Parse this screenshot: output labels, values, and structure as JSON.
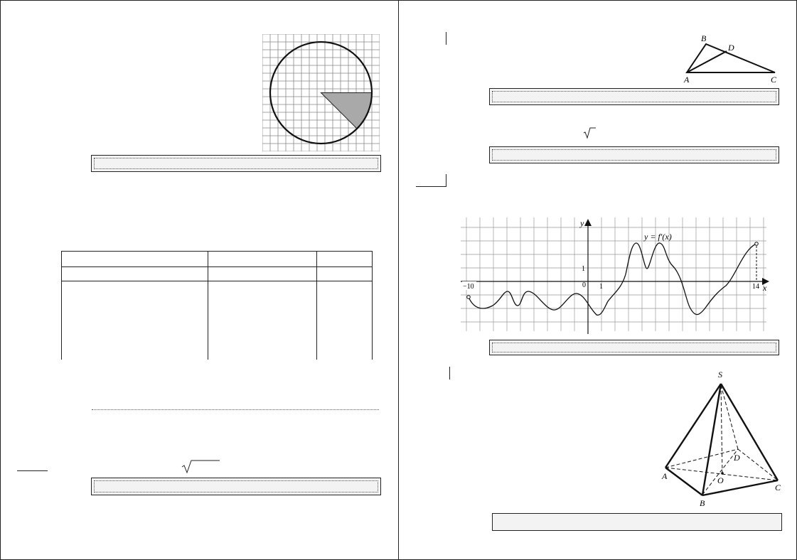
{
  "graph": {
    "y_label": "y",
    "x_label": "x",
    "func_label": "y = f′(x)",
    "tick_minus10": "−10",
    "tick_zero": "0",
    "tick_one_x": "1",
    "tick_one_y": "1",
    "tick_14": "14"
  },
  "triangle": {
    "vertex_a": "A",
    "vertex_b": "B",
    "vertex_c": "C",
    "vertex_d": "D"
  },
  "pyramid": {
    "vertex_s": "S",
    "vertex_a": "A",
    "vertex_b": "B",
    "vertex_c": "C",
    "vertex_d": "D",
    "vertex_o": "O"
  },
  "colors": {
    "line": "#111111",
    "grid": "#888888",
    "shade": "#a9a9a9",
    "answer_fill": "#f3f3f3"
  }
}
